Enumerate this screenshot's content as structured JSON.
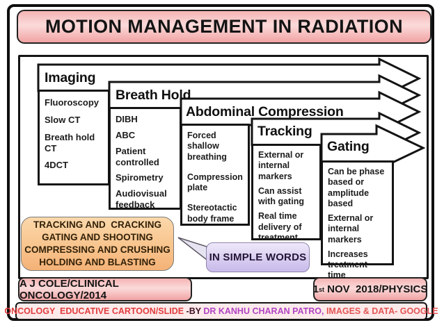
{
  "slide": {
    "title": "MOTION MANAGEMENT IN RADIATION",
    "banners": [
      {
        "label": "Imaging",
        "items": [
          "Fluoroscopy",
          "Slow CT",
          "Breath hold CT",
          "4DCT"
        ]
      },
      {
        "label": "Breath Hold",
        "items": [
          "DIBH",
          "ABC",
          "Patient controlled",
          "Spirometry",
          "Audiovisual feedback"
        ]
      },
      {
        "label": "Abdominal Compression",
        "items": [
          "Forced shallow breathing",
          "Compression plate",
          "Stereotactic body frame"
        ]
      },
      {
        "label": "Tracking",
        "items": [
          "External or internal markers",
          "Can assist with gating",
          "Real time delivery of treatment"
        ]
      },
      {
        "label": "Gating",
        "items": [
          "Can be phase based or amplitude based",
          "External or internal markers",
          "Increases treatment time"
        ]
      }
    ],
    "callout": {
      "line1": "TRACKING AND  CRACKING",
      "line2": "GATING AND SHOOTING",
      "line3": "COMPRESSING AND CRUSHING",
      "line4": "HOLDING AND BLASTING"
    },
    "simple_words": "IN SIMPLE WORDS",
    "footer": {
      "left": "A J COLE/CLINICAL ONCOLOGY/2014",
      "date_num": "1",
      "date_sup": "st",
      "date_rest": " NOV  2018/PHYSICS"
    },
    "credit": {
      "part1": "ONCOLOGY  EDUCATIVE CARTOON/SLIDE ",
      "part2": "-BY ",
      "part3": "DR KANHU CHARAN PATRO, ",
      "part4": "IMAGES & DATA- GOOGLE"
    },
    "colors": {
      "pink": "#f1a3a3",
      "orange": "#f4b277",
      "lavender": "#c8baea",
      "credit_red": "#e13c3c",
      "credit_purple": "#b044c4",
      "ink": "#141414"
    }
  }
}
